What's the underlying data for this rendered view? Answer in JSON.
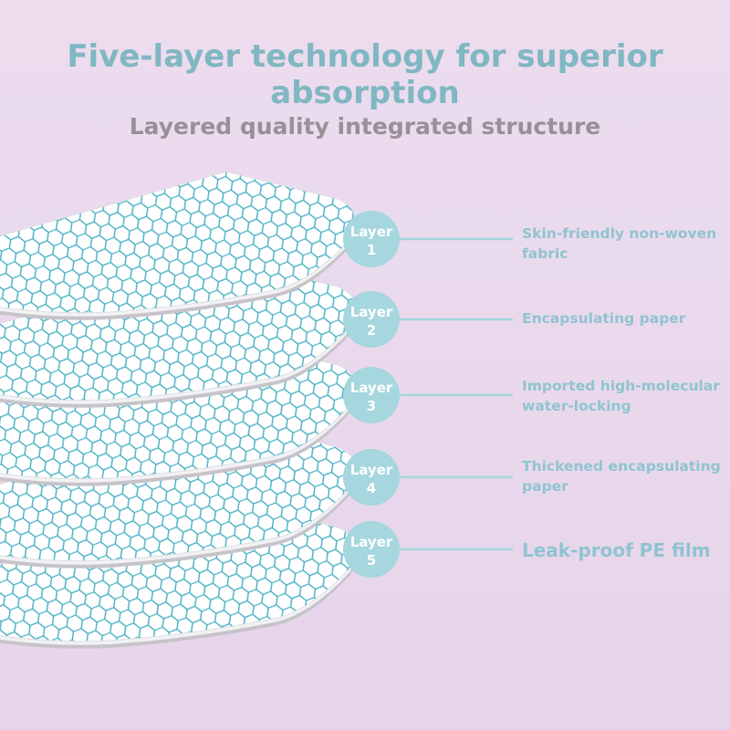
{
  "header": {
    "title": "Five-layer technology for superior absorption",
    "subtitle": "Layered quality integrated structure"
  },
  "colors": {
    "accent": "#7fb7c2",
    "badge": "#a6d6de",
    "hex_line": "#4db3c7",
    "background": "#ecdcee",
    "edge": "#c7c4c9"
  },
  "layers": [
    {
      "label": "Layer",
      "number": "1",
      "description": "Skin-friendly non-woven fabric"
    },
    {
      "label": "Layer",
      "number": "2",
      "description": "Encapsulating paper"
    },
    {
      "label": "Layer",
      "number": "3",
      "description": "Imported high-molecular water-locking"
    },
    {
      "label": "Layer",
      "number": "4",
      "description": "Thickened encapsulating paper"
    },
    {
      "label": "Layer",
      "number": "5",
      "description": "Leak-proof PE film"
    }
  ]
}
